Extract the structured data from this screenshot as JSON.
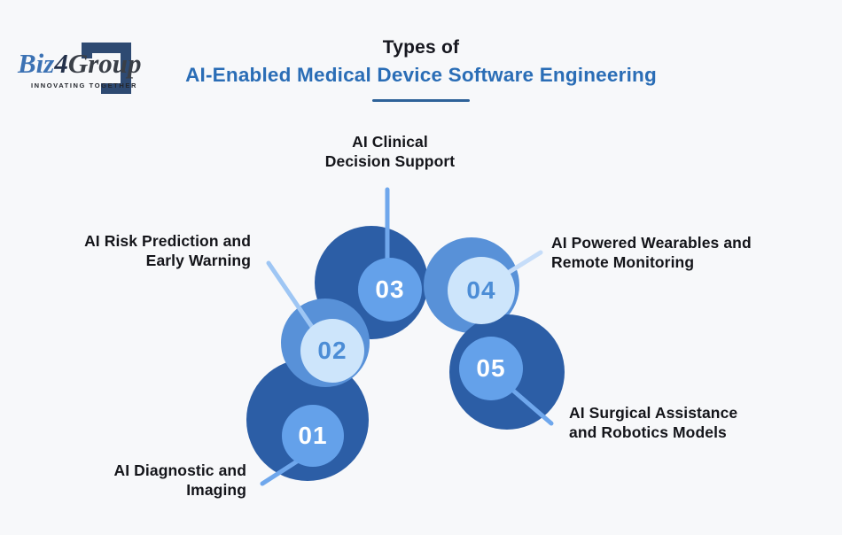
{
  "logo": {
    "biz": "Biz",
    "four": "4",
    "group": "Group",
    "tagline": "INNOVATING TOGETHER"
  },
  "title": {
    "eyebrow": "Types of",
    "main": "AI-Enabled Medical Device Software Engineering"
  },
  "diagram": {
    "items": [
      {
        "number": "01",
        "label": "AI Diagnostic and\nImaging"
      },
      {
        "number": "02",
        "label": "AI Risk Prediction and\nEarly Warning"
      },
      {
        "number": "03",
        "label": "AI Clinical\nDecision Support"
      },
      {
        "number": "04",
        "label": "AI Powered Wearables and\nRemote Monitoring"
      },
      {
        "number": "05",
        "label": "AI Surgical Assistance\nand Robotics Models"
      }
    ]
  },
  "colors": {
    "background": "#f7f8fa",
    "circle_dark": "#2c5ea6",
    "circle_mid": "#5891d8",
    "circle_bright": "#64a1ea",
    "circle_light": "#cde5fb",
    "title_blue": "#2a6db6",
    "underline_blue": "#2e6299",
    "number_blue": "#4c8dd6",
    "logo_blue": "#3c72b4",
    "logo_mark_navy": "#2e4a72",
    "connector_blue": "#6fa7ec"
  }
}
